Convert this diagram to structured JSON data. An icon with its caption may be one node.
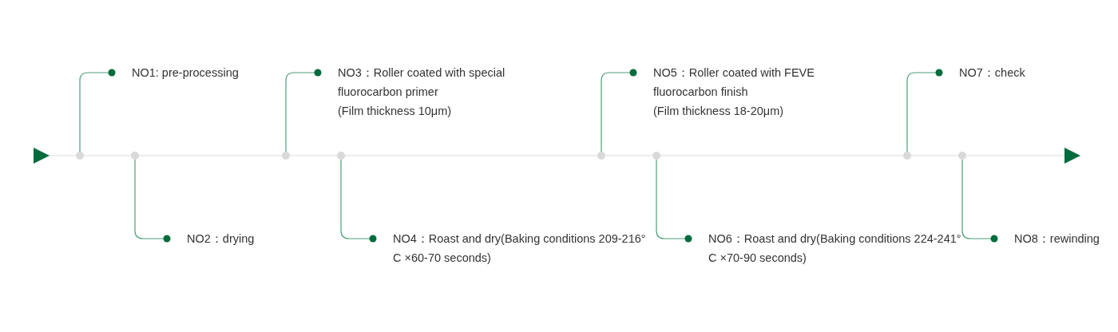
{
  "diagram": {
    "nodes": [
      {
        "text": [
          "NO1: pre-processing"
        ]
      },
      {
        "text": [
          "NO2：drying"
        ]
      },
      {
        "text": [
          "NO3：Roller coated with special fluorocarbon primer",
          "(Film thickness 10μm)"
        ]
      },
      {
        "text": [
          "NO4：Roast and dry(Baking conditions 209-216° C ×60-70 seconds)"
        ]
      },
      {
        "text": [
          "NO5：Roller coated with FEVE fluorocarbon finish",
          "(Film thickness 18-20μm)"
        ]
      },
      {
        "text": [
          "NO6：Roast and dry(Baking conditions 224-241° C ×70-90 seconds)"
        ]
      },
      {
        "text": [
          "NO7：check"
        ]
      },
      {
        "text": [
          "NO8：rewinding"
        ]
      },
      {
        "text": [],
        "shape": "circle"
      },
      {
        "text": [],
        "shape": "circle"
      },
      {
        "text": [],
        "shape": "circle"
      },
      {
        "text": [],
        "shape": "circle"
      },
      {
        "text": [],
        "shape": "circle"
      },
      {
        "text": [],
        "shape": "circle"
      },
      {
        "text": [],
        "shape": "circle"
      },
      {
        "text": [],
        "shape": "circle"
      }
    ],
    "edges": [
      {
        "from": 8,
        "to": 0,
        "arrow": "other"
      },
      {
        "from": 9,
        "to": 1,
        "arrow": "other"
      },
      {
        "from": 10,
        "to": 2,
        "arrow": "other"
      },
      {
        "from": 11,
        "to": 3,
        "arrow": "other"
      },
      {
        "from": 12,
        "to": 4,
        "arrow": "other"
      },
      {
        "from": 13,
        "to": 5,
        "arrow": "other"
      },
      {
        "from": 14,
        "to": 6,
        "arrow": "other"
      },
      {
        "from": 15,
        "to": 7,
        "arrow": "other"
      }
    ]
  }
}
